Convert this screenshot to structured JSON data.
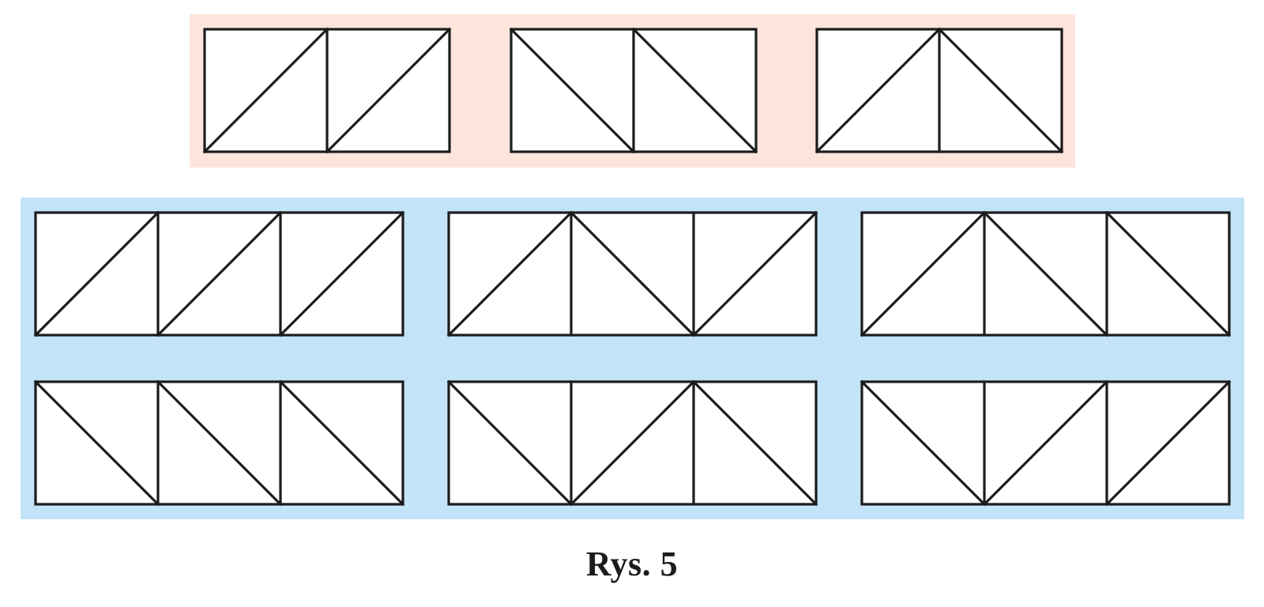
{
  "caption": "Rys. 5",
  "colors": {
    "top_panel": "#fde5dc",
    "bottom_panel": "#c3e4f8",
    "cell_fill": "#ffffff",
    "line": "#1c1c1c"
  },
  "groups": [
    {
      "name": "top-group",
      "color_key": "top_panel",
      "figures": [
        {
          "diagonals": [
            "up",
            "up"
          ]
        },
        {
          "diagonals": [
            "down",
            "down"
          ]
        },
        {
          "diagonals": [
            "up",
            "down"
          ]
        }
      ]
    },
    {
      "name": "bottom-group",
      "color_key": "bottom_panel",
      "figures": [
        {
          "diagonals": [
            "up",
            "up",
            "up"
          ]
        },
        {
          "diagonals": [
            "up",
            "down",
            "up"
          ]
        },
        {
          "diagonals": [
            "up",
            "down",
            "down"
          ]
        },
        {
          "diagonals": [
            "down",
            "down",
            "down"
          ]
        },
        {
          "diagonals": [
            "down",
            "up",
            "down"
          ]
        },
        {
          "diagonals": [
            "down",
            "up",
            "up"
          ]
        }
      ]
    }
  ]
}
